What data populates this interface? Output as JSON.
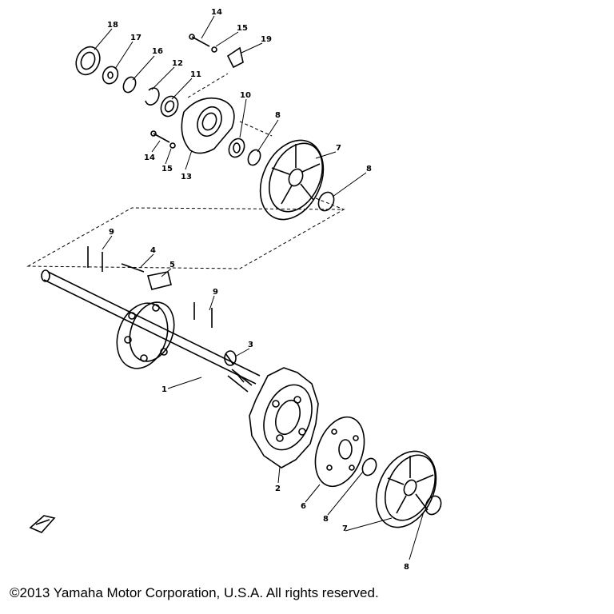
{
  "diagram": {
    "callouts": [
      "1",
      "2",
      "3",
      "4",
      "5",
      "6",
      "7",
      "8",
      "9",
      "10",
      "11",
      "12",
      "13",
      "14",
      "15",
      "16",
      "17",
      "18",
      "19"
    ]
  },
  "footer": {
    "copyright": "©2013 Yamaha Motor Corporation, U.S.A. All rights reserved."
  }
}
